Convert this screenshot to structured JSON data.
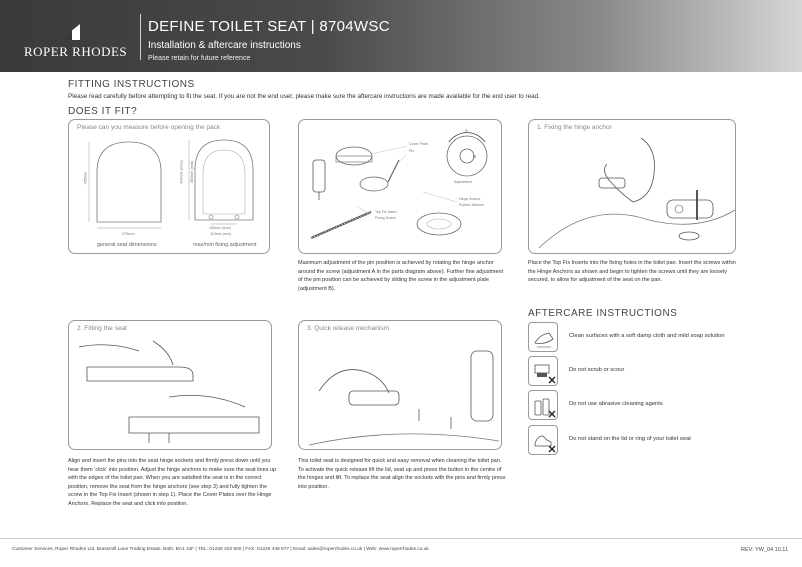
{
  "header": {
    "brand": "ROPER RHODES",
    "title": "DEFINE TOILET SEAT | 8704WSC",
    "subtitle": "Installation & aftercare instructions",
    "retain": "Please retain for future reference"
  },
  "fitting": {
    "heading": "FITTING INSTRUCTIONS",
    "intro": "Please read carefully before attempting to fit the seat. If you are not the end user, please make sure the aftercare instructions are made available for the end user to read."
  },
  "does_it_fit": {
    "heading": "DOES IT FIT?",
    "panel_label": "Please can you measure before opening the pack",
    "dim_width": "375mm",
    "dim_length": "455mm",
    "dim_fix_max": "400mm (max)",
    "dim_fix_min": "360mm (min)",
    "dim_pin_centres": "155mm (max)",
    "dim_pin_min": "110mm (min)",
    "caption_left": "general seat dimensions",
    "caption_right": "max/min fixing adjustment"
  },
  "parts": {
    "labels": {
      "cover_plate": "Cover Plate",
      "pin": "Pin",
      "adjustment": "Adjustment",
      "hinge_anchor": "Hinge Anchor",
      "rubber_washer": "Rubber Washer",
      "top_fix_insert": "Top Fix Insert",
      "fixing_screw": "Fixing Screw",
      "letter_a": "A",
      "letter_b": "B"
    },
    "caption": "Maximum adjustment of the pin position is achieved by rotating the hinge anchor around the screw (adjustment A in the parts diagram above). Further fine adjustment of the pin position can be achieved by sliding the screw in the adjustment plate (adjustment B)."
  },
  "step1": {
    "label": "1. Fixing the hinge anchor",
    "caption": "Place the Top Fix Inserts into the fixing holes in the toilet pan. Insert the screws within the Hinge Anchors as shown and begin to tighten the screws until they are loosely secured, to allow for adjustment of the seat on the pan."
  },
  "step2": {
    "label": "2. Fitting the seat",
    "caption": "Align and insert the pins into the seat hinge sockets and firmly press down until you hear them 'click' into position. Adjust the hinge anchors to make sure the seat lines up with the edges of the toilet pan. When you are satisfied the seat is in the correct position, remove the seat from the hinge anchors (see step 3) and fully tighten the screw in the Top Fix Insert (shown in step 1). Place the Cover Plates over the Hinge Anchors. Replace the seat and click into position."
  },
  "step3": {
    "label": "3. Quick release mechanism",
    "caption": "This toilet seat is designed for quick and easy removal when cleaning the toilet pan. To activate the quick release lift the lid, seat up and press the button in the centre of the hinges and lift. To replace the seat align the sockets with the pins and firmly press into position."
  },
  "aftercare": {
    "heading": "AFTERCARE INSTRUCTIONS",
    "items": [
      {
        "text": "Clean surfaces with a soft damp cloth and mild soap solution",
        "icon": "cloth-icon"
      },
      {
        "text": "Do not scrub or scour",
        "icon": "no-scour-icon"
      },
      {
        "text": "Do not use abrasive cleaning agents",
        "icon": "no-abrasive-icon"
      },
      {
        "text": "Do not stand on the lid or ring of your toilet seat",
        "icon": "no-stand-icon"
      }
    ]
  },
  "footer": {
    "contact": "Customer Services, Roper Rhodes Ltd, Brassmill Lane Trading Estate, Bath, BA1 3JF  |  TEL: 01225 303 900  |  FAX: 01225 448 877  |  Email: sales@roperrhodes.co.uk  |  Web: www.roperrhodes.co.uk",
    "rev": "REV: YW_04.10.11"
  },
  "colors": {
    "header_dark": "#3a3a3a",
    "header_light": "#d6d6d6",
    "line": "#999999"
  }
}
